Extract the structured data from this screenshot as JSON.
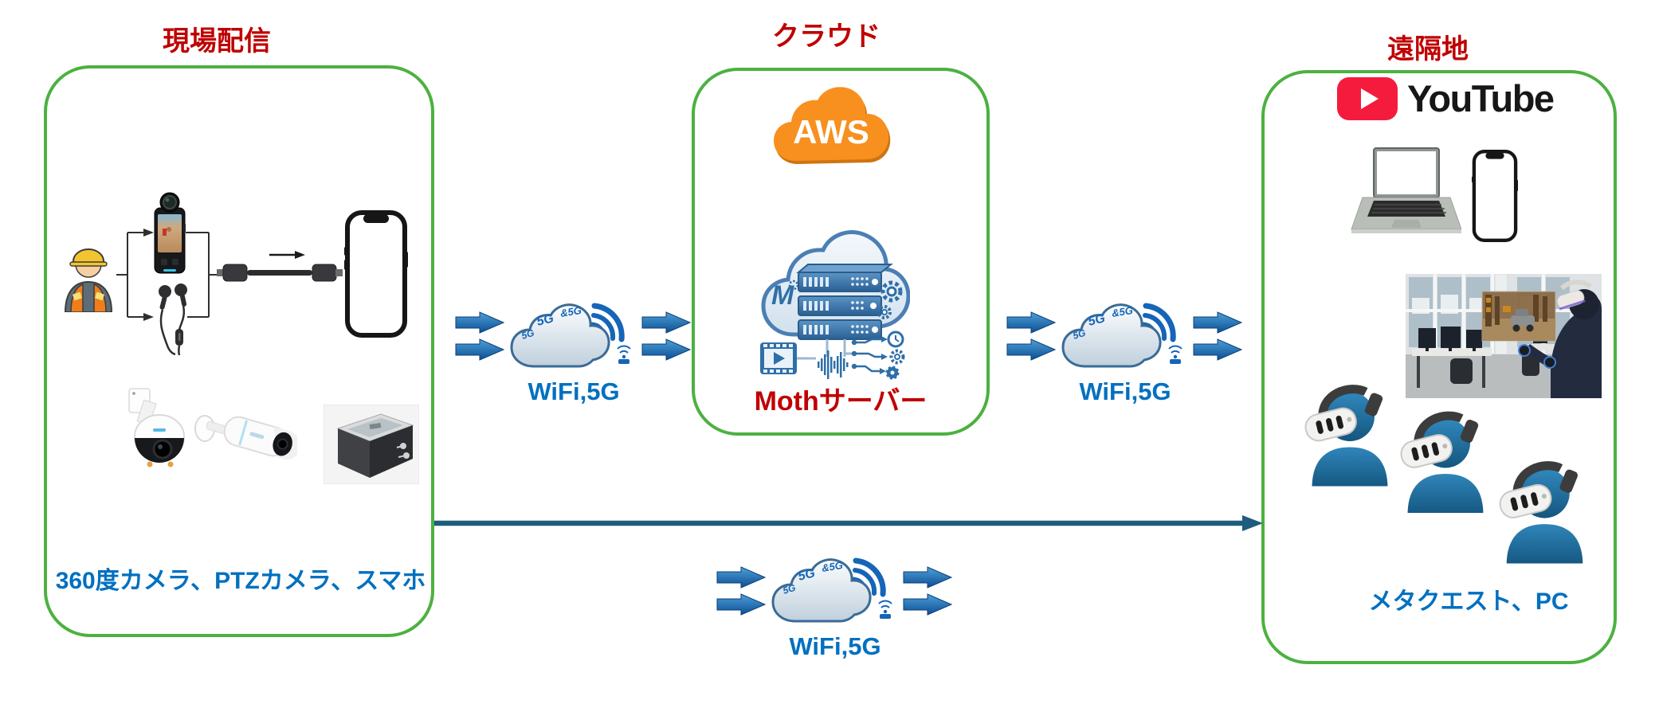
{
  "titles": {
    "left": "現場配信",
    "middle": "クラウド",
    "right": "遠隔地"
  },
  "left_box": {
    "caption": "360度カメラ、PTZカメラ、スマホ"
  },
  "middle_box": {
    "aws_label": "AWS",
    "server_label": "Mothサーバー"
  },
  "right_box": {
    "youtube_label": "YouTube",
    "caption": "メタクエスト、PC"
  },
  "connectors": {
    "left": {
      "label": "WiFi,5G"
    },
    "right": {
      "label": "WiFi,5G"
    },
    "bottom": {
      "label": "WiFi,5G"
    },
    "cloud_tags": [
      "5G",
      "5G",
      "&5G"
    ]
  },
  "colors": {
    "zone_border_green": "#4cb140",
    "heading_red": "#c00000",
    "caption_blue": "#0070c0",
    "arrow_blue": "#1565b8",
    "long_arrow_teal": "#1d5d7d",
    "aws_orange": "#f7901e",
    "youtube_red": "#f51b3d"
  }
}
